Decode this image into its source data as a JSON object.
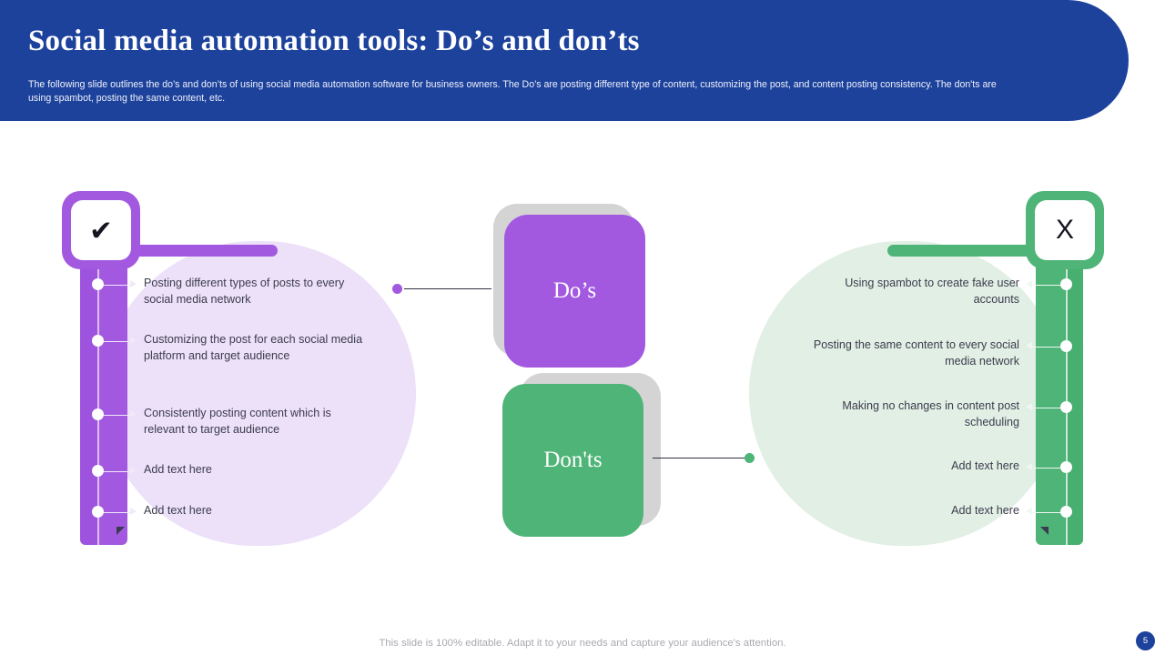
{
  "header": {
    "title": "Social media automation tools: Do’s and don’ts",
    "subtitle": "The following slide outlines the do’s and don’ts of using social media automation software for business owners. The Do’s are posting different type of content, customizing the post, and content posting consistency. The don'ts are using spambot, posting the same content, etc.",
    "bg_color": "#1d429c"
  },
  "center": {
    "dos_label": "Do’s",
    "donts_label": "Don'ts",
    "dos_color": "#a259e0",
    "donts_color": "#4fb477",
    "shadow_color": "#d4d4d4"
  },
  "dos": {
    "icon": "check-icon",
    "icon_glyph": "✔",
    "accent": "#a259e0",
    "surface": "#ece1f8",
    "items": [
      "Posting different types of posts to every social media network",
      "Customizing the post for each social media platform and target audience",
      "Consistently posting content which is relevant to target audience",
      "Add text here",
      "Add text here"
    ]
  },
  "donts": {
    "icon": "cross-icon",
    "icon_glyph": "X",
    "accent": "#4fb477",
    "surface": "#e1efe5",
    "items": [
      "Using spambot to create fake user accounts",
      "Posting the same content to every social media network",
      "Making no changes in content post scheduling",
      "Add text here",
      "Add text here"
    ]
  },
  "footer": {
    "note": "This slide is 100% editable. Adapt it to your needs and capture your audience's attention.",
    "page_number": "5"
  }
}
